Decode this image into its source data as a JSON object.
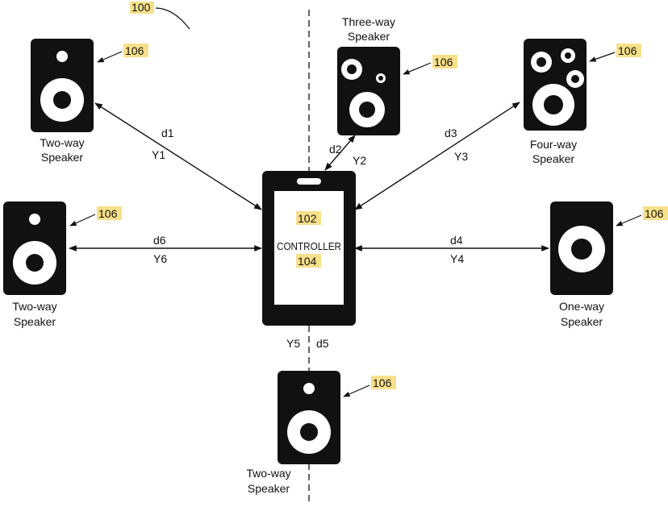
{
  "figure": {
    "number": "100",
    "controller": {
      "ref_top": "102",
      "label": "CONTROLLER",
      "ref_bottom": "104"
    },
    "speaker_ref": "106",
    "speakers": [
      {
        "id": "top-left",
        "label_line1": "Two-way",
        "label_line2": "Speaker",
        "ref": "106",
        "distance": "d1",
        "angle": "Y1"
      },
      {
        "id": "top-center",
        "label_line1": "Three-way",
        "label_line2": "Speaker",
        "ref": "106",
        "distance": "d2",
        "angle": "Y2"
      },
      {
        "id": "top-right",
        "label_line1": "Four-way",
        "label_line2": "Speaker",
        "ref": "106",
        "distance": "d3",
        "angle": "Y3"
      },
      {
        "id": "right",
        "label_line1": "One-way",
        "label_line2": "Speaker",
        "ref": "106",
        "distance": "d4",
        "angle": "Y4"
      },
      {
        "id": "bottom",
        "label_line1": "Two-way",
        "label_line2": "Speaker",
        "ref": "106",
        "distance": "d5",
        "angle": "Y5"
      },
      {
        "id": "left",
        "label_line1": "Two-way",
        "label_line2": "Speaker",
        "ref": "106",
        "distance": "d6",
        "angle": "Y6"
      }
    ]
  },
  "colors": {
    "ink": "#111111",
    "highlight": "#f7e08a",
    "background": "#ffffff"
  }
}
